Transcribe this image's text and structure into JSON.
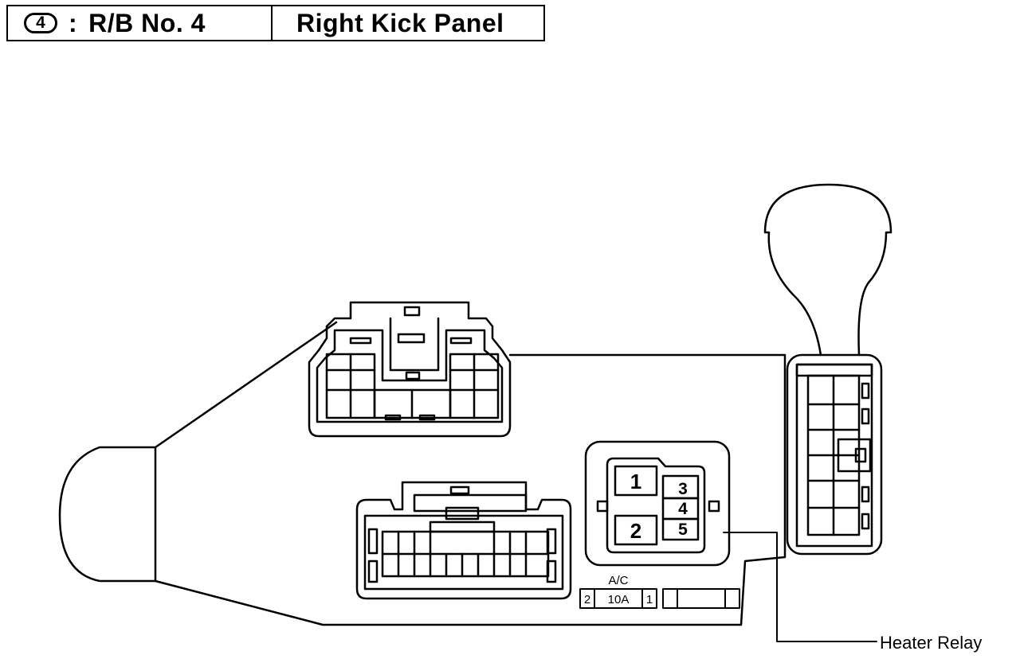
{
  "header": {
    "block_number": "4",
    "separator": ":",
    "block_name": "R/B No. 4",
    "location": "Right Kick Panel"
  },
  "relay": {
    "pins": [
      "1",
      "2",
      "3",
      "4",
      "5"
    ]
  },
  "fuse": {
    "name": "A/C",
    "rating": "10A",
    "left_terminal": "2",
    "right_terminal": "1"
  },
  "callout": {
    "label": "Heater Relay"
  }
}
